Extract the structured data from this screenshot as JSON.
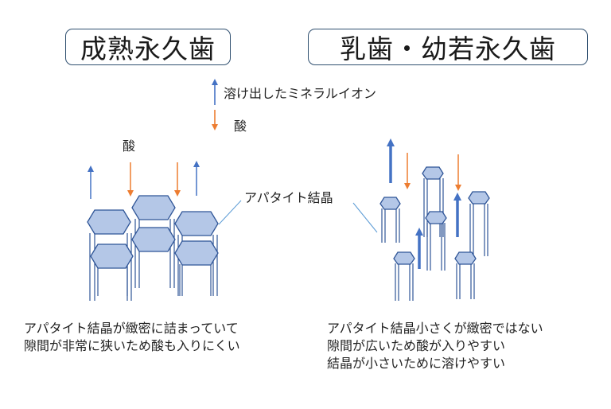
{
  "titles": {
    "mature": "成熟永久歯",
    "young": "乳歯・幼若永久歯"
  },
  "legend": {
    "ion_label": "溶け出したミネラルイオン",
    "acid_label": "酸"
  },
  "labels": {
    "acid": "酸",
    "crystal": "アパタイト結晶"
  },
  "descriptions": {
    "mature": [
      "アパタイト結晶が緻密に詰まっていて",
      "隙間が非常に狭いため酸も入りにくい"
    ],
    "young": [
      "アパタイト結晶小さくが緻密ではない",
      "隙間が広いため酸が入りやすい",
      "結晶が小さいために溶けやすい"
    ]
  },
  "colors": {
    "ion_arrow": "#4472c4",
    "acid_arrow": "#ed7d31",
    "crystal_fill": "#b4c7e7",
    "crystal_stroke": "#2f5597"
  },
  "icons": {
    "ion_arrow": "up-arrow-icon",
    "acid_arrow": "down-arrow-icon"
  }
}
